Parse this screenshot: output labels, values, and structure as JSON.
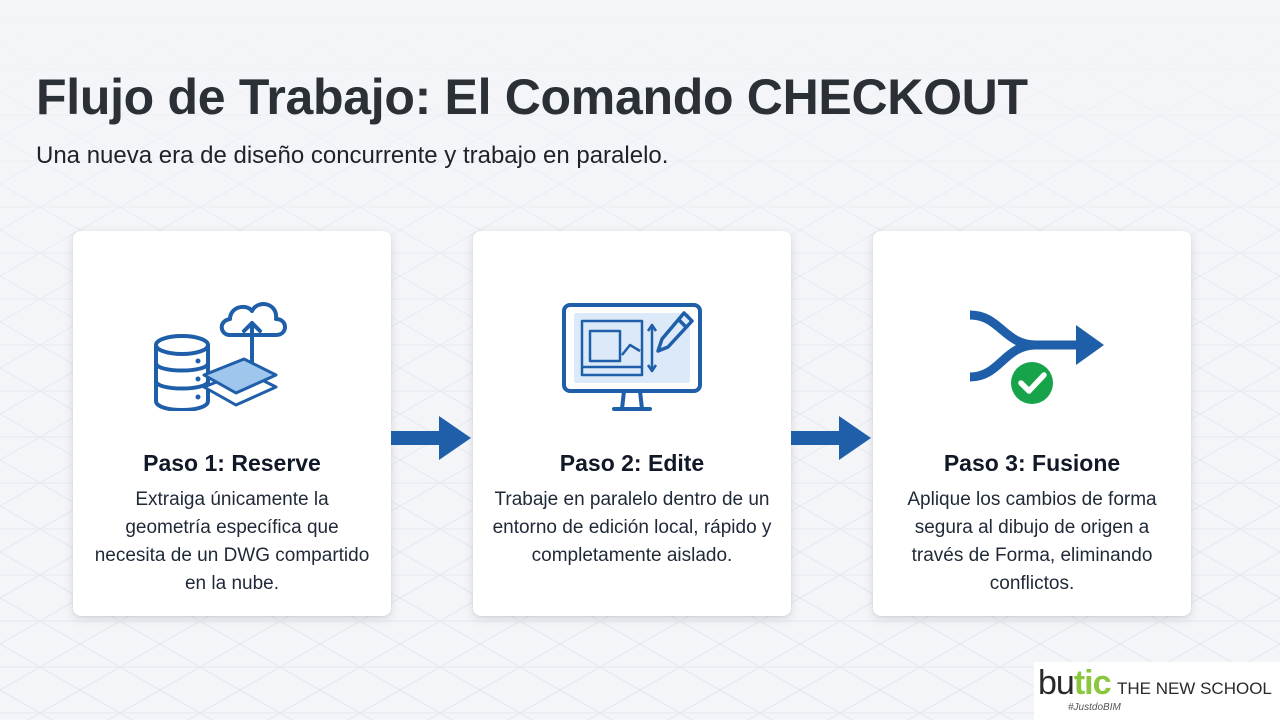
{
  "header": {
    "title": "Flujo de Trabajo: El Comando CHECKOUT",
    "subtitle": "Una nueva era de diseño concurrente y trabajo en paralelo."
  },
  "steps": [
    {
      "title": "Paso 1: Reserve",
      "body": "Extraiga únicamente la geometría específica que necesita de un DWG compartido en la nube.",
      "icon": "database-cloud-upload-icon"
    },
    {
      "title": "Paso 2: Edite",
      "body": "Trabaje en paralelo dentro de un entorno de edición local, rápido y completamente aislado.",
      "icon": "monitor-drawing-pencil-icon"
    },
    {
      "title": "Paso 3: Fusione",
      "body": "Aplique los cambios de forma segura al dibujo de origen a través de Forma, eliminando conflictos.",
      "icon": "merge-arrow-check-icon"
    }
  ],
  "logo": {
    "brand_part1": "bu",
    "brand_part2": "tic",
    "brand_suffix": "THE NEW SCHOOL",
    "tagline": "#JustdoBIM"
  },
  "colors": {
    "primary_blue": "#1f5ea8",
    "light_blue": "#9fc7ee",
    "check_green": "#16a34a",
    "logo_green": "#8cc63f",
    "background": "#f3f5f8"
  }
}
